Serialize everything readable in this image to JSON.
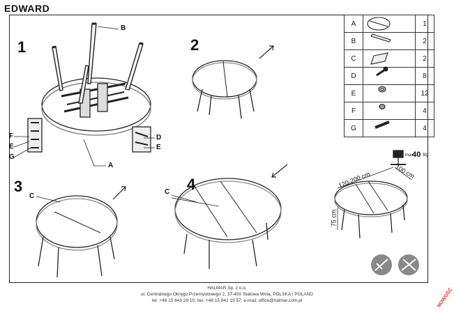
{
  "product_name": "EDWARD",
  "steps": [
    "1",
    "2",
    "3",
    "4"
  ],
  "callouts": {
    "b_top": "B",
    "f_left": "F",
    "e_left": "E",
    "g_left": "G",
    "d_right": "D",
    "e_right": "E",
    "a_bottom": "A",
    "c_step3": "C",
    "c_step4": "C"
  },
  "parts": [
    {
      "letter": "A",
      "icon": "round-table-top-icon",
      "qty": "1"
    },
    {
      "letter": "B",
      "icon": "table-leg-icon",
      "qty": "2"
    },
    {
      "letter": "C",
      "icon": "extension-leaf-icon",
      "qty": "2"
    },
    {
      "letter": "D",
      "icon": "bolt-icon",
      "qty": "8"
    },
    {
      "letter": "E",
      "icon": "washer-icon",
      "qty": "12"
    },
    {
      "letter": "F",
      "icon": "nut-icon",
      "qty": "4"
    },
    {
      "letter": "G",
      "icon": "allen-key-icon",
      "qty": "4"
    }
  ],
  "weight": {
    "prefix": "max.",
    "value": "40",
    "unit": "kg"
  },
  "dimensions": {
    "length": "120-200 cm",
    "width": "100 cm",
    "height": "75 cm"
  },
  "footer": {
    "company": "HALMAR Sp. z o.o.",
    "address": "ul. Centralnego Okręgu Przemysłowego 2, 37-450 Stalowa Wola, POLSKA / POLAND",
    "contact": "tel. +48 15 843 28 10, fax: +48 15 842 19 57, e-mail: office@halmar.com.pl"
  },
  "stamp": "NOWOŚĆ"
}
